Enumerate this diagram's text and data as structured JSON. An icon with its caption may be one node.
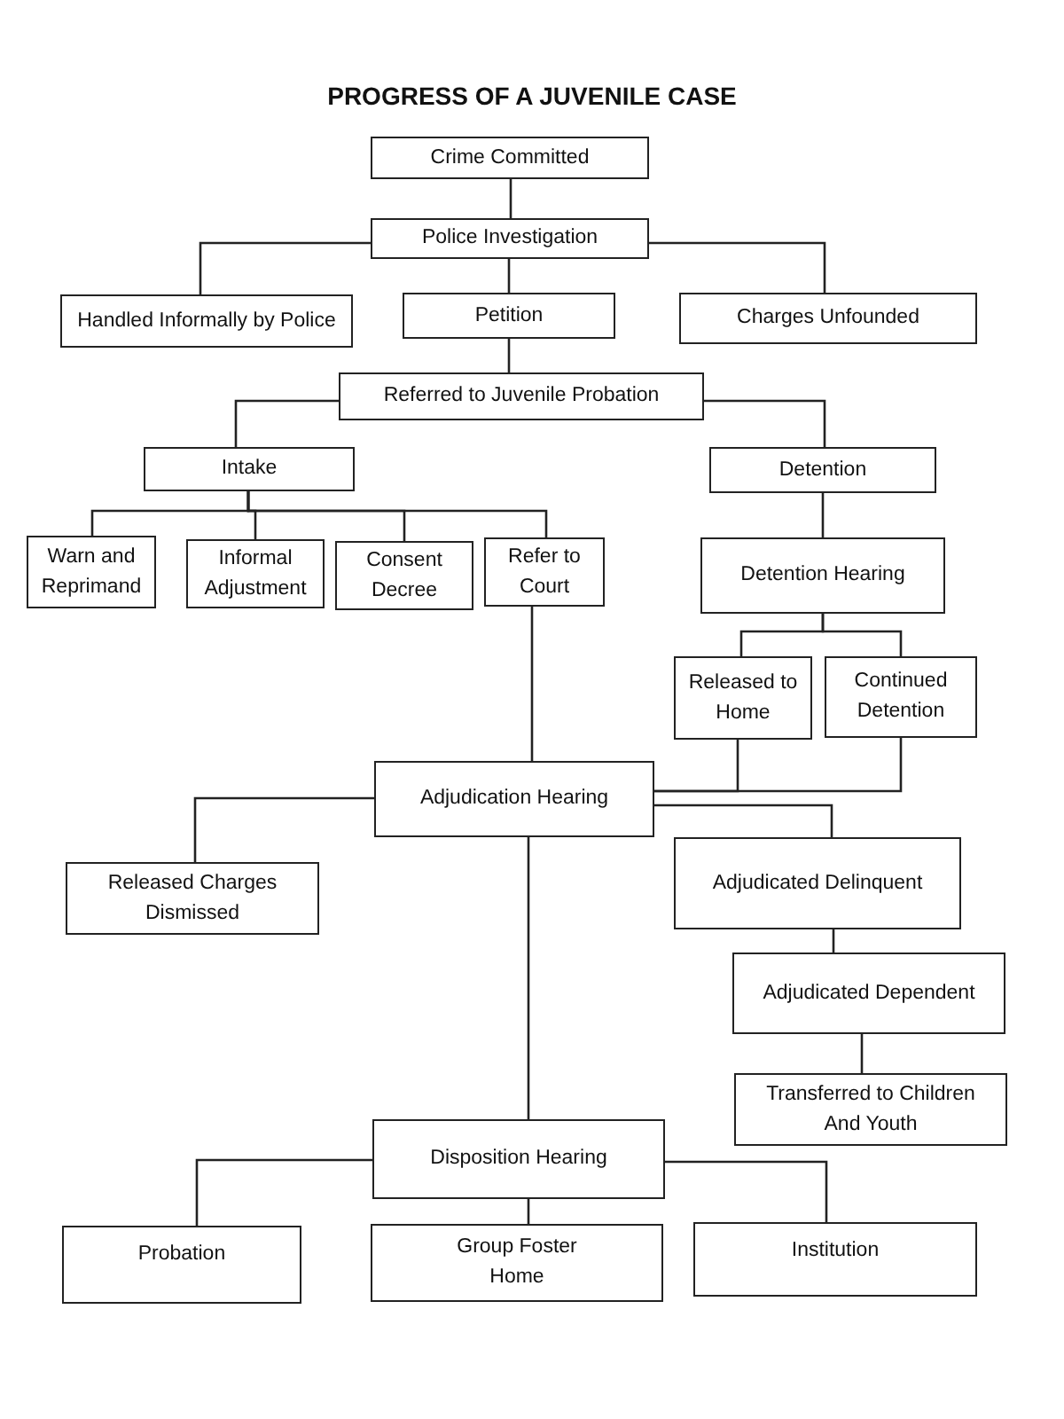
{
  "diagram": {
    "title": "PROGRESS OF A JUVENILE CASE",
    "nodes": [
      {
        "text": [
          "Crime Committed"
        ]
      },
      {
        "text": [
          "Police Investigation"
        ]
      },
      {
        "text": [
          "Handled Informally by Police"
        ]
      },
      {
        "text": [
          "Petition"
        ]
      },
      {
        "text": [
          "Charges Unfounded"
        ]
      },
      {
        "text": [
          "Referred to Juvenile Probation"
        ]
      },
      {
        "text": [
          "Intake"
        ]
      },
      {
        "text": [
          "Detention"
        ]
      },
      {
        "text": [
          "Warn and Reprimand"
        ]
      },
      {
        "text": [
          "Informal Adjustment"
        ]
      },
      {
        "text": [
          "Consent Decree"
        ]
      },
      {
        "text": [
          "Refer to Court"
        ]
      },
      {
        "text": [
          "Detention Hearing"
        ]
      },
      {
        "text": [
          "Released to Home"
        ]
      },
      {
        "text": [
          "Continued Detention"
        ]
      },
      {
        "text": [
          "Adjudication Hearing"
        ]
      },
      {
        "text": [
          "Released Charges Dismissed"
        ]
      },
      {
        "text": [
          "Adjudicated Delinquent"
        ]
      },
      {
        "text": [
          "Adjudicated Dependent"
        ]
      },
      {
        "text": [
          "Transferred to Children And Youth"
        ]
      },
      {
        "text": [
          "Disposition Hearing"
        ]
      },
      {
        "text": [
          "Probation"
        ]
      },
      {
        "text": [
          "Group Foster Home"
        ]
      },
      {
        "text": [
          "Institution"
        ]
      }
    ],
    "edges": [
      {
        "from": 0,
        "to": 1,
        "arrow": "none"
      },
      {
        "from": 1,
        "to": 2,
        "arrow": "none"
      },
      {
        "from": 1,
        "to": 3,
        "arrow": "none"
      },
      {
        "from": 1,
        "to": 4,
        "arrow": "none"
      },
      {
        "from": 3,
        "to": 5,
        "arrow": "none"
      },
      {
        "from": 5,
        "to": 6,
        "arrow": "none"
      },
      {
        "from": 5,
        "to": 7,
        "arrow": "none"
      },
      {
        "from": 6,
        "to": 8,
        "arrow": "none"
      },
      {
        "from": 6,
        "to": 9,
        "arrow": "none"
      },
      {
        "from": 6,
        "to": 10,
        "arrow": "none"
      },
      {
        "from": 6,
        "to": 11,
        "arrow": "none"
      },
      {
        "from": 7,
        "to": 12,
        "arrow": "none"
      },
      {
        "from": 12,
        "to": 13,
        "arrow": "none"
      },
      {
        "from": 12,
        "to": 14,
        "arrow": "none"
      },
      {
        "from": 11,
        "to": 15,
        "arrow": "none"
      },
      {
        "from": 13,
        "to": 15,
        "arrow": "none"
      },
      {
        "from": 14,
        "to": 15,
        "arrow": "none"
      },
      {
        "from": 15,
        "to": 16,
        "arrow": "none"
      },
      {
        "from": 15,
        "to": 17,
        "arrow": "none"
      },
      {
        "from": 17,
        "to": 18,
        "arrow": "none"
      },
      {
        "from": 18,
        "to": 19,
        "arrow": "none"
      },
      {
        "from": 15,
        "to": 20,
        "arrow": "none"
      },
      {
        "from": 20,
        "to": 21,
        "arrow": "none"
      },
      {
        "from": 20,
        "to": 22,
        "arrow": "none"
      },
      {
        "from": 20,
        "to": 23,
        "arrow": "none"
      }
    ]
  }
}
